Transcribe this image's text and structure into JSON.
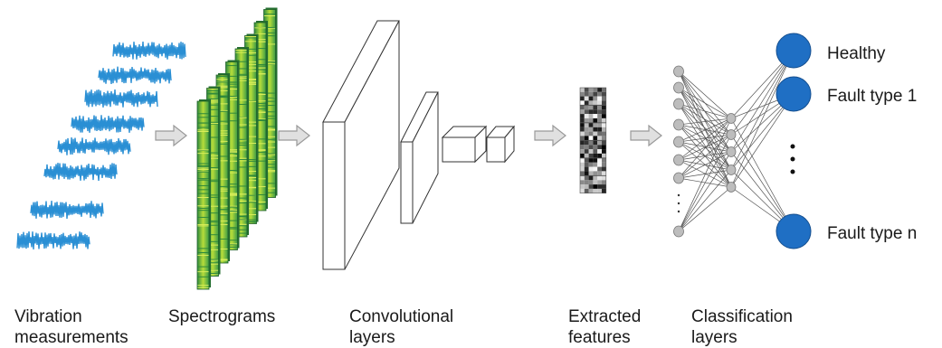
{
  "stages": {
    "vibration": {
      "line1": "Vibration",
      "line2": "measurements"
    },
    "spectrograms": {
      "line1": "Spectrograms"
    },
    "convolutional": {
      "line1": "Convolutional",
      "line2": "layers"
    },
    "extracted": {
      "line1": "Extracted",
      "line2": "features"
    },
    "classification": {
      "line1": "Classification",
      "line2": "layers"
    }
  },
  "classes": {
    "healthy": "Healthy",
    "fault1": "Fault type 1",
    "faultn": "Fault type n"
  },
  "colors": {
    "signal": "#2a8fd4",
    "spectrogram_dark": "#2e8b3e",
    "spectrogram_light": "#c8e640",
    "output_node": "#1f6fc4",
    "hidden_node": "#bdbdbd",
    "arrow": "#e0e0e0"
  }
}
